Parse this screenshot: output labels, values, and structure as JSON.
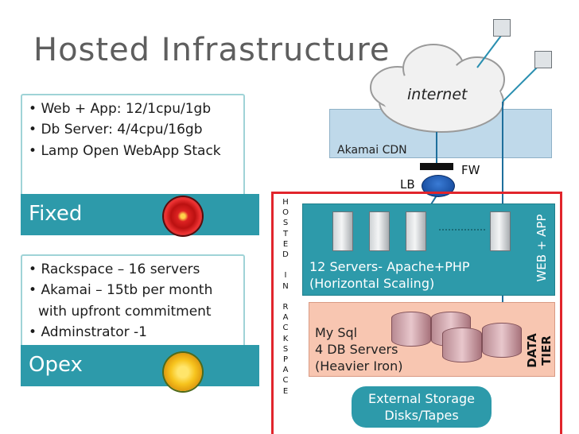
{
  "slide": {
    "title": "Hosted Infrastructure"
  },
  "fixed_card": {
    "bullets": [
      "Web + App: 12/1cpu/1gb",
      "Db Server: 4/4cpu/16gb",
      "Lamp Open WebApp Stack"
    ],
    "label": "Fixed"
  },
  "opex_card": {
    "bullets": [
      "Rackspace – 16 servers",
      "Akamai – 15tb per month",
      "with upfront commitment",
      "Adminstrator -1"
    ],
    "label": "Opex"
  },
  "diagram": {
    "cloud_label": "internet",
    "cdn_label": "Akamai CDN",
    "fw_label": "FW",
    "lb_label": "LB",
    "hosted_vertical": "HOSTED IN RACKSPACE",
    "web_tier_line1": "12 Servers- Apache+PHP",
    "web_tier_line2": "(Horizontal Scaling)",
    "web_tier_side": "WEB + APP",
    "data_tier_line1": "My Sql",
    "data_tier_line2": "4 DB Servers",
    "data_tier_line3": "(Heavier Iron)",
    "data_tier_side_1": "DATA",
    "data_tier_side_2": "TIER",
    "storage_line1": "External Storage",
    "storage_line2": "Disks/Tapes",
    "colors": {
      "teal": "#2d9aaa",
      "frame_red": "#e1252c",
      "cdn_blue": "#bfd9ea",
      "data_salmon": "#f8c6b1"
    }
  }
}
